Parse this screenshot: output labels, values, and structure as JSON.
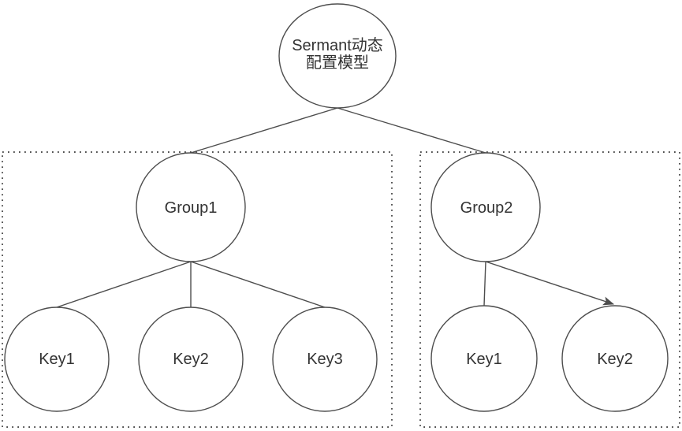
{
  "diagram": {
    "title": "Sermant dynamic configuration model tree",
    "root": {
      "label_line1": "Sermant动态",
      "label_line2": "配置模型"
    },
    "groups": [
      {
        "label": "Group1",
        "keys": [
          "Key1",
          "Key2",
          "Key3"
        ]
      },
      {
        "label": "Group2",
        "keys": [
          "Key1",
          "Key2"
        ]
      }
    ],
    "colors": {
      "stroke": "#4d4d4d",
      "text": "#333333",
      "background": "#ffffff",
      "dotted_border": "#3a3a3a"
    }
  }
}
